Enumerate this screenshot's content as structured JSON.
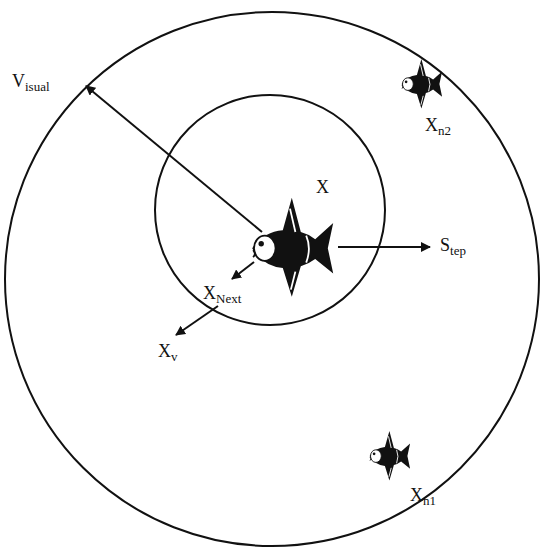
{
  "diagram": {
    "labels": [
      "Visual",
      "X",
      "Step",
      "XNext",
      "Xv",
      "Xn2",
      "Xn1"
    ]
  }
}
